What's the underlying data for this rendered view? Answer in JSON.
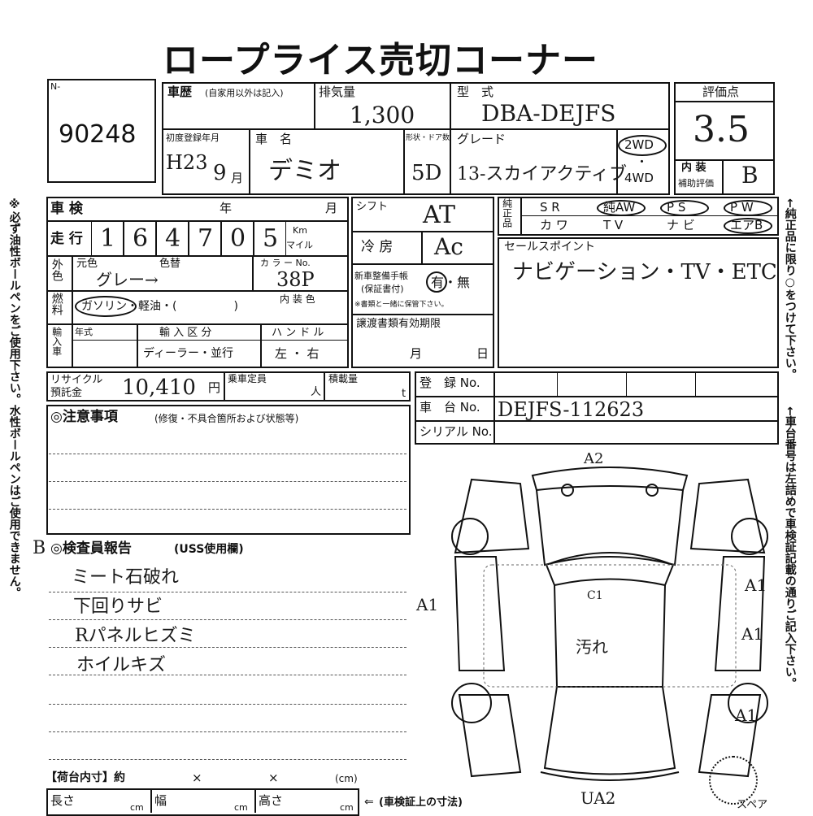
{
  "title": "ロープライス売切コーナー",
  "lot": {
    "prefix": "N-",
    "number": "90248"
  },
  "history": {
    "label": "車歴",
    "note": "(自家用以外は記入)"
  },
  "displacement": {
    "label": "排気量",
    "value": "1,300"
  },
  "model": {
    "label": "型　式",
    "value": "DBA-DEJFS"
  },
  "score": {
    "label": "評価点",
    "value": "3.5",
    "interior_label": "内 装",
    "aux_label": "補助評価",
    "interior_value": "B"
  },
  "first_reg": {
    "label": "初度登録年月",
    "value": "H23",
    "month": "9",
    "month_unit": "月"
  },
  "car_name": {
    "label": "車　名",
    "value": "デミオ"
  },
  "doors": {
    "label": "形状・ドア数",
    "value": "5D"
  },
  "grade": {
    "label": "グレード",
    "value": "13-スカイアクティブ"
  },
  "drive": {
    "opt1": "2WD",
    "dot": "・",
    "opt2": "4WD",
    "selected": "2WD"
  },
  "inspection": {
    "label": "車 検",
    "year": "年",
    "month": "月"
  },
  "mileage": {
    "label": "走 行",
    "value": "164705",
    "unit_km": "Km",
    "unit_mile": "マイル"
  },
  "shift": {
    "label": "シフト",
    "value": "AT"
  },
  "ac": {
    "label": "冷 房",
    "value": "Ac"
  },
  "pure": {
    "label": "純正品",
    "row1": [
      "S R",
      "純AW",
      "P S",
      "P W"
    ],
    "row2": [
      "カ ワ",
      "T V",
      "ナ ビ",
      "エアB"
    ]
  },
  "color": {
    "label": "外色",
    "orig": "元色",
    "changed": "色替",
    "value": "グレー→",
    "code_label": "カ ラ ー No.",
    "code": "38P"
  },
  "fuel": {
    "label": "燃料",
    "value": "ガソリン・軽油・(　　　　　)",
    "interior_color": "内 装 色"
  },
  "manual": {
    "label": "新車整備手帳",
    "sub": "(保証書付)",
    "value": "有・無",
    "note": "※書類と一緒に保管下さい。"
  },
  "import": {
    "label": "輸入車",
    "year_label": "年式",
    "kind_label": "輸 入 区 分",
    "kind_value": "ディーラー・並行",
    "handle_label": "ハ ン ド ル",
    "handle_value": "左 ・ 右"
  },
  "transfer": {
    "label": "譲渡書類有効期限",
    "month": "月",
    "day": "日"
  },
  "sales_point": {
    "label": "セールスポイント",
    "value": "ナビゲーション・TV・ETC"
  },
  "recycle": {
    "label": "リサイクル",
    "label2": "預託金",
    "value": "10,410",
    "unit": "円"
  },
  "capacity": {
    "label": "乗車定員",
    "unit": "人"
  },
  "load": {
    "label": "積載量",
    "unit": "t"
  },
  "registration": {
    "label": "登　録 No."
  },
  "chassis": {
    "label": "車　台 No.",
    "value": "DEJFS-112623"
  },
  "serial": {
    "label": "シリアル No."
  },
  "notes": {
    "label": "◎注意事項",
    "sub": "(修復・不具合箇所および状態等)"
  },
  "inspector": {
    "label": "◎検査員報告",
    "sub": "(USS使用欄)",
    "mark": "B",
    "lines": [
      "ミート石破れ",
      "下回りサビ",
      "Rパネルヒズミ",
      "ホイルキズ"
    ]
  },
  "cargo": {
    "label": "【荷台内寸】約",
    "x1": "×",
    "x2": "×",
    "unit": "(cm)",
    "length": "長さ",
    "width": "幅",
    "height": "高さ",
    "cm": "cm",
    "note": "(車検証上の寸法)"
  },
  "diagram": {
    "front": "A2",
    "left": "A1",
    "right1": "A1",
    "right2": "A1",
    "right3": "A1",
    "rear": "UA2",
    "roof": "C1",
    "seat": "汚れ",
    "spare": "スペア"
  },
  "side_left": "※必ず油性ボールペンをご使用下さい。水性ボールペンはご使用できません。",
  "side_right_top": "←純正品に限り○をつけて下さい。",
  "side_right_bottom": "←車台番号は左詰めで車検証記載の通りご記入下さい。",
  "colors": {
    "ink": "#111111"
  }
}
